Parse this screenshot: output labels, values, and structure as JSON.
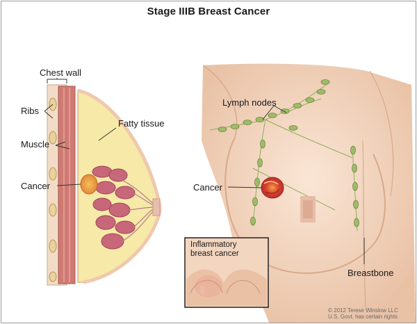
{
  "figure": {
    "title": "Stage IIIB Breast Cancer"
  },
  "side_view": {
    "labels": {
      "chest_wall": "Chest wall",
      "ribs": "Ribs",
      "muscle": "Muscle",
      "fatty_tissue": "Fatty tissue",
      "cancer": "Cancer"
    }
  },
  "front_view": {
    "labels": {
      "lymph_nodes": "Lymph nodes",
      "cancer": "Cancer",
      "breastbone": "Breastbone"
    }
  },
  "inset": {
    "label_line1": "Inflammatory",
    "label_line2": "breast cancer"
  },
  "copyright": {
    "line1": "© 2012 Terese Winslow LLC",
    "line2": "U.S. Govt. has certain rights"
  },
  "colors": {
    "skin": "#f4d9c4",
    "fat": "#f7e9a8",
    "muscle": "#cf7a72",
    "tumor": "#d9452f",
    "lymph_node": "#9fba6a"
  }
}
